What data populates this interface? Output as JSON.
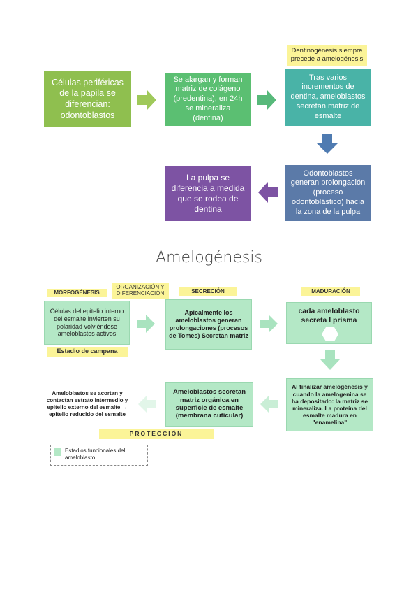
{
  "top_flow": {
    "note": "Dentinogénesis siempre precede a amelogénesis",
    "step1": "Células periféricas de la papila se diferencian: odontoblastos",
    "step2": "Se alargan y forman matriz de colágeno (predentina), en 24h se mineraliza (dentina)",
    "step3": "Tras varios incrementos de dentina, ameloblastos secretan matriz de esmalte",
    "step4": "Odontoblastos generan prolongación (proceso odontoblástico) hacia la zona de la pulpa",
    "step5": "La pulpa se diferencia a medida que se rodea de dentina"
  },
  "section_title": "Amelogénesis",
  "amelogenesis": {
    "labels": {
      "morfogenesis": "MORFOGÉNESIS",
      "organizacion": "ORGANIZACIÓN Y DIFERENCIACIÓN",
      "secrecion": "SECRECIÓN",
      "maduracion": "MADURACIÓN",
      "estadio": "Estadio de campana",
      "proteccion": "PROTECCIÓN"
    },
    "box1": "Células del epitelio interno del esmalte invierten su polaridad volviéndose ameloblastos activos",
    "box2": "Apicalmente los ameloblastos generan prolongaciones (procesos de Tomes) Secretan matriz",
    "box3": "cada ameloblasto secreta I prisma",
    "box4": "Al finalizar amelogénesis y cuando la amelogenina se ha depositado: la matriz se mineraliza. La proteína del esmalte madura en \"enamelina\"",
    "box5": "Ameloblastos secretan matriz orgánica en superficie de esmalte (membrana cuticular)",
    "box6": "Ameloblastos se acortan y contactan estrato intermedio y epitelio externo del esmalte → epitelio reducido del esmalte",
    "legend": "Estadios funcionales del ameloblasto"
  },
  "colors": {
    "step1": "#8fbf4f",
    "step2": "#5bbf72",
    "step3": "#49b3a7",
    "step4": "#5b7aa8",
    "step5": "#7d53a3",
    "mint": "#b4e8c6",
    "yellow": "#fbf498"
  }
}
